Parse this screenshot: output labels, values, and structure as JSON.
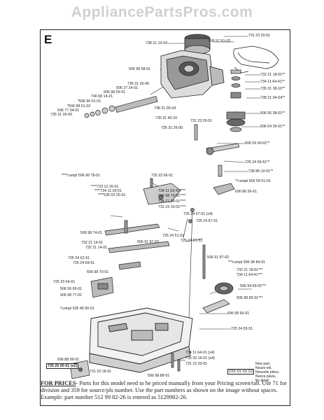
{
  "header": {
    "site_title": "AppliancePartsPros.com"
  },
  "diagram": {
    "section_letter": "E",
    "labels": [
      {
        "id": "l1",
        "text": "731 23 20-51"
      },
      {
        "id": "l2",
        "text": "506 57 61-03"
      },
      {
        "id": "l3",
        "text": "738 21 10-04"
      },
      {
        "id": "l4",
        "text": "506 98 58-01"
      },
      {
        "id": "l5",
        "text": "735 31 26-00"
      },
      {
        "id": "l6",
        "text": "506 27 24-01"
      },
      {
        "id": "l7",
        "text": "506 98 59-01"
      },
      {
        "id": "l8",
        "text": "740 68 14-21"
      },
      {
        "id": "l9",
        "text": "*506 96 61-01"
      },
      {
        "id": "l10",
        "text": "*506 98 61-02"
      },
      {
        "id": "l11",
        "text": "506 77 34-01"
      },
      {
        "id": "l12",
        "text": "735 31 26-00"
      },
      {
        "id": "l13",
        "text": "732 21 18-01**"
      },
      {
        "id": "l14",
        "text": "734 11 64-41**"
      },
      {
        "id": "l15",
        "text": "735 31 38-10**"
      },
      {
        "id": "l16",
        "text": "738 21 04-04**"
      },
      {
        "id": "l17",
        "text": "738 21 05-04"
      },
      {
        "id": "l18",
        "text": "506 56 38-01**"
      },
      {
        "id": "l19",
        "text": "735 31 40-10"
      },
      {
        "id": "l20",
        "text": "731 23 20-51"
      },
      {
        "id": "l21",
        "text": "506 54 35-01**"
      },
      {
        "id": "l22",
        "text": "735 31 26-00"
      },
      {
        "id": "l23",
        "text": "506 59 00-01**"
      },
      {
        "id": "l24",
        "text": "725 24 59-51**"
      },
      {
        "id": "l25",
        "text": "738 86 10-01**"
      },
      {
        "id": "l26",
        "text": "****compl 506 98 78-01"
      },
      {
        "id": "l27",
        "text": "725 23 66-51"
      },
      {
        "id": "l28",
        "text": "**compl 506 59 51-01"
      },
      {
        "id": "l29",
        "text": "****723 12 26-01"
      },
      {
        "id": "l30",
        "text": "****734 11 29-01"
      },
      {
        "id": "l31",
        "text": "****535 03 25-01"
      },
      {
        "id": "l32",
        "text": "734 11 53-41****"
      },
      {
        "id": "l33",
        "text": "506 98 79-01****"
      },
      {
        "id": "l34",
        "text": "734 11 24-01****"
      },
      {
        "id": "l35",
        "text": "731 23 10-01****"
      },
      {
        "id": "l36",
        "text": "506 86 56-01"
      },
      {
        "id": "l37",
        "text": "725 24 67-51 (x4)"
      },
      {
        "id": "l38",
        "text": "725 24 67-51"
      },
      {
        "id": "l39",
        "text": "506 98 74-01"
      },
      {
        "id": "l40",
        "text": "725 24 51-51"
      },
      {
        "id": "l41",
        "text": "732 21 14-01"
      },
      {
        "id": "l42",
        "text": "506 91 87-02"
      },
      {
        "id": "l43",
        "text": "732 21 14-01"
      },
      {
        "id": "l44",
        "text": "725 24 51-51"
      },
      {
        "id": "l45",
        "text": "725 24 62-51"
      },
      {
        "id": "l46",
        "text": "725 24 59-51"
      },
      {
        "id": "l47",
        "text": "506 91 87-02"
      },
      {
        "id": "l48",
        "text": "***compl 506 98 84-01"
      },
      {
        "id": "l49",
        "text": "506 98 70-01"
      },
      {
        "id": "l50",
        "text": "732 21 18-01***"
      },
      {
        "id": "l51",
        "text": "734 11 64-41***"
      },
      {
        "id": "l52",
        "text": "725 23 64-61"
      },
      {
        "id": "l53",
        "text": "506 94 69-01***"
      },
      {
        "id": "l54",
        "text": "506 56 65-01"
      },
      {
        "id": "l55",
        "text": "506 98 77-01"
      },
      {
        "id": "l56",
        "text": "506 98 85-01***"
      },
      {
        "id": "l57",
        "text": "*compl 535 46 60-01"
      },
      {
        "id": "l58",
        "text": "506 98 66-01"
      },
      {
        "id": "l59",
        "text": "725 24 55-51"
      },
      {
        "id": "l60",
        "text": "506 88 99-01"
      },
      {
        "id": "l61",
        "text": "734 11 64-01 (x4)"
      },
      {
        "id": "l62",
        "text": "725 25 00-51 (x2)"
      },
      {
        "id": "l63",
        "text": "735 33 16-01 (x4)"
      },
      {
        "id": "l64",
        "text": "731 23 20-01"
      },
      {
        "id": "l65",
        "text": "731 23 18-01"
      },
      {
        "id": "l66",
        "text": "506 98 88-01"
      }
    ],
    "corner_code": "XXX XX XX-XX",
    "language_note": [
      "New part,",
      "Neues teil,",
      "Nouvelle pièce,",
      "Nueva pieza,",
      "Ny detalj"
    ]
  },
  "footer": {
    "prices_heading": "FOR PRICES",
    "prices_text": "- Parts for this model need to be priced manually from your Pricing screen/tab. Use 71 for division and 359 for source/pls number. Use the part numbers as shown on the image without spaces. Example: part number 512 99 82-26 is entered as 5129982-26."
  }
}
